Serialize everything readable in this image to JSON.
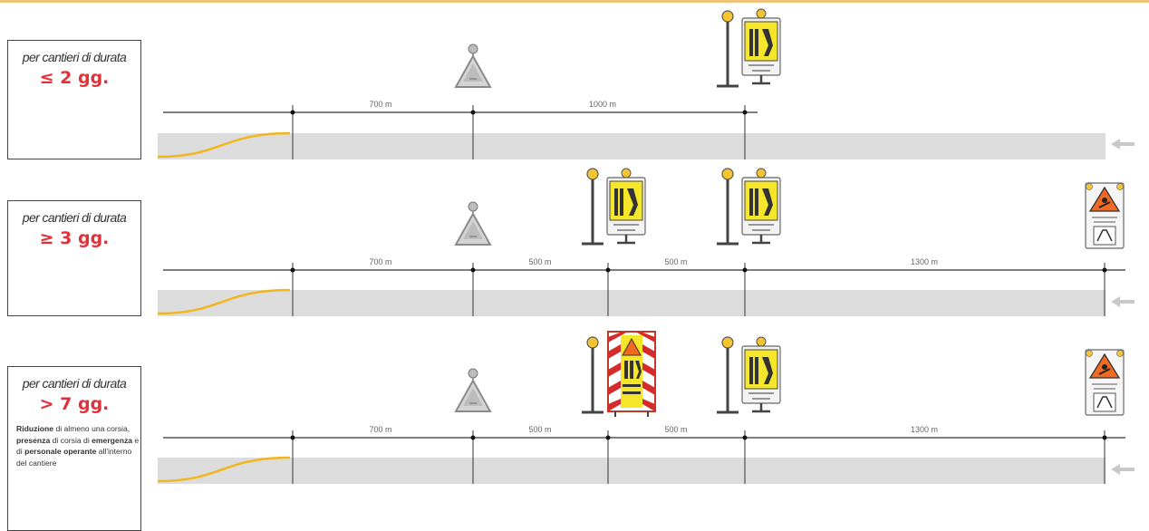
{
  "rows": [
    {
      "title": "per cantieri di durata",
      "value": "≤ 2 gg.",
      "distances": [
        "700 m",
        "1000 m"
      ]
    },
    {
      "title": "per cantieri di durata",
      "value": "≥ 3 gg.",
      "distances": [
        "700 m",
        "500 m",
        "500 m",
        "1300 m"
      ]
    },
    {
      "title": "per cantieri di durata",
      "value": "> 7 gg.",
      "distances": [
        "700 m",
        "500 m",
        "500 m",
        "1300 m"
      ],
      "description": [
        {
          "text": "Riduzione",
          "bold": true
        },
        {
          "text": " di almeno una corsia, ",
          "bold": false
        },
        {
          "text": "presenza",
          "bold": true
        },
        {
          "text": " di corsia di ",
          "bold": false
        },
        {
          "text": "emergenza",
          "bold": true
        },
        {
          "text": " e di ",
          "bold": false
        },
        {
          "text": "personale operante",
          "bold": true
        },
        {
          "text": " all'interno del cantiere",
          "bold": false
        }
      ]
    }
  ],
  "colors": {
    "road": "#dcdcdc",
    "taper": "#f2b61d",
    "value_text": "#e0323a",
    "sign_yellow": "#f5e62a",
    "warning_red": "#e03b1f"
  }
}
